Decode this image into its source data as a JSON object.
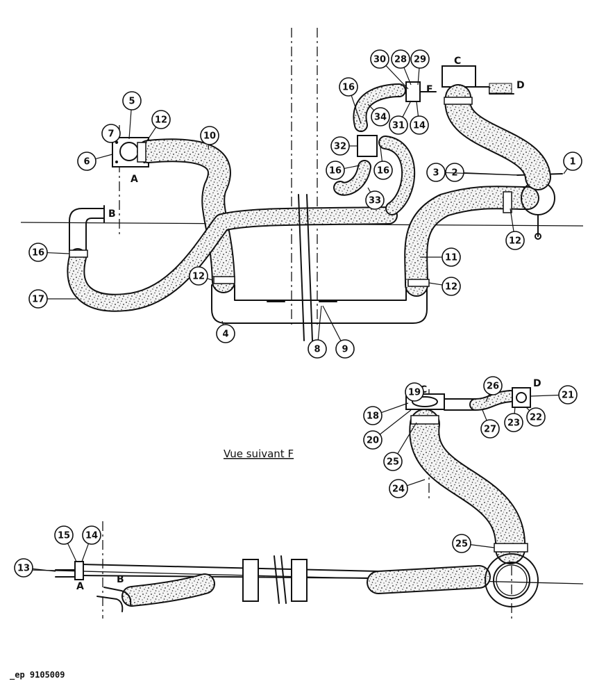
{
  "view_title": "Vue suivant  F",
  "reference": "_ep 9105009",
  "letters": {
    "A": "A",
    "B": "B",
    "C": "C",
    "D": "D",
    "E": "E"
  },
  "callouts": {
    "top": [
      "1",
      "2",
      "3",
      "4",
      "5",
      "6",
      "7",
      "8",
      "9",
      "10",
      "11",
      "12",
      "12b",
      "12c",
      "12d",
      "14",
      "16",
      "16b",
      "16c",
      "16d",
      "17",
      "28",
      "29",
      "30",
      "31",
      "32",
      "33",
      "34"
    ],
    "top_labels": {
      "1": "1",
      "2": "2",
      "3": "3",
      "4": "4",
      "5": "5",
      "6": "6",
      "7": "7",
      "8": "8",
      "9": "9",
      "10": "10",
      "11": "11",
      "12": "12",
      "12b": "12",
      "12c": "12",
      "12d": "12",
      "14": "14",
      "16": "16",
      "16b": "16",
      "16c": "16",
      "16d": "16",
      "17": "17",
      "28": "28",
      "29": "29",
      "30": "30",
      "31": "31",
      "32": "32",
      "33": "33",
      "34": "34"
    },
    "bottom_labels": {
      "13": "13",
      "14": "14",
      "15": "15",
      "18": "18",
      "19": "19",
      "20": "20",
      "21": "21",
      "22": "22",
      "23": "23",
      "24": "24",
      "25": "25",
      "25b": "25",
      "26": "26",
      "27": "27"
    }
  }
}
